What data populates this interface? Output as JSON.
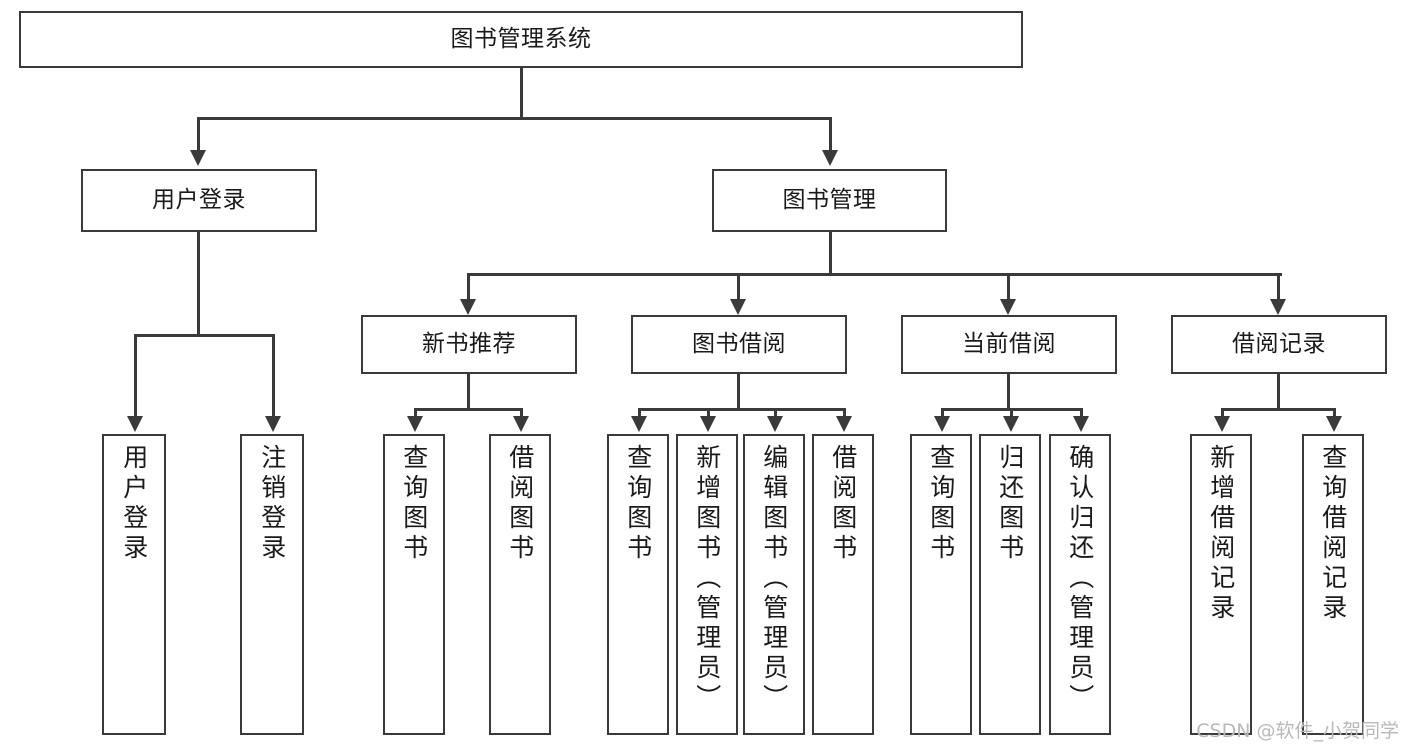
{
  "diagram": {
    "title": "图书管理系统",
    "watermark": "CSDN @软件_小贺同学",
    "accent_color": "#3a3a3a",
    "background_color": "#ffffff",
    "root": {
      "label": "图书管理系统"
    },
    "level2": [
      {
        "label": "用户登录"
      },
      {
        "label": "图书管理"
      }
    ],
    "level3": [
      {
        "label": "新书推荐"
      },
      {
        "label": "图书借阅"
      },
      {
        "label": "当前借阅"
      },
      {
        "label": "借阅记录"
      }
    ],
    "leaves": {
      "user_login": [
        {
          "label": "用户登录"
        },
        {
          "label": "注销登录"
        }
      ],
      "new_book": [
        {
          "label": "查询图书"
        },
        {
          "label": "借阅图书"
        }
      ],
      "book_borrow": [
        {
          "label": "查询图书"
        },
        {
          "label": "新增图书（管理员）"
        },
        {
          "label": "编辑图书（管理员）"
        },
        {
          "label": "借阅图书"
        }
      ],
      "current_borrow": [
        {
          "label": "查询图书"
        },
        {
          "label": "归还图书"
        },
        {
          "label": "确认归还（管理员）"
        }
      ],
      "borrow_record": [
        {
          "label": "新增借阅记录"
        },
        {
          "label": "查询借阅记录"
        }
      ]
    }
  }
}
